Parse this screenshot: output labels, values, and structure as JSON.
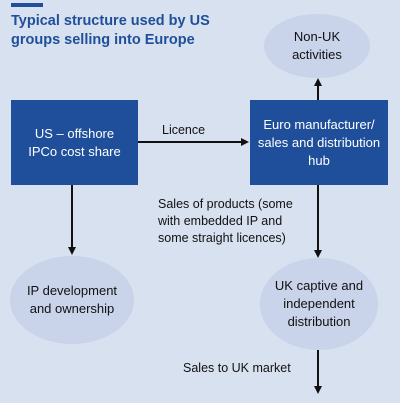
{
  "title": "Typical structure used by US groups selling into Europe",
  "colors": {
    "background": "#d8e1ef",
    "box_fill": "#1f4f9a",
    "ellipse_fill": "#c9d3ea",
    "title_color": "#1f4f9a",
    "arrow_color": "#111111"
  },
  "nodes": {
    "us_ipco": "US – offshore IPCo cost share",
    "euro_hub": "Euro manufacturer/ sales and distribution hub",
    "non_uk": "Non-UK activities",
    "ip_dev": "IP development and ownership",
    "uk_captive": "UK captive and independent distribution"
  },
  "edges": {
    "licence": "Licence",
    "sales_of_products": "Sales of products (some with embedded IP and some straight licences)",
    "sales_to_uk": "Sales to UK market"
  }
}
